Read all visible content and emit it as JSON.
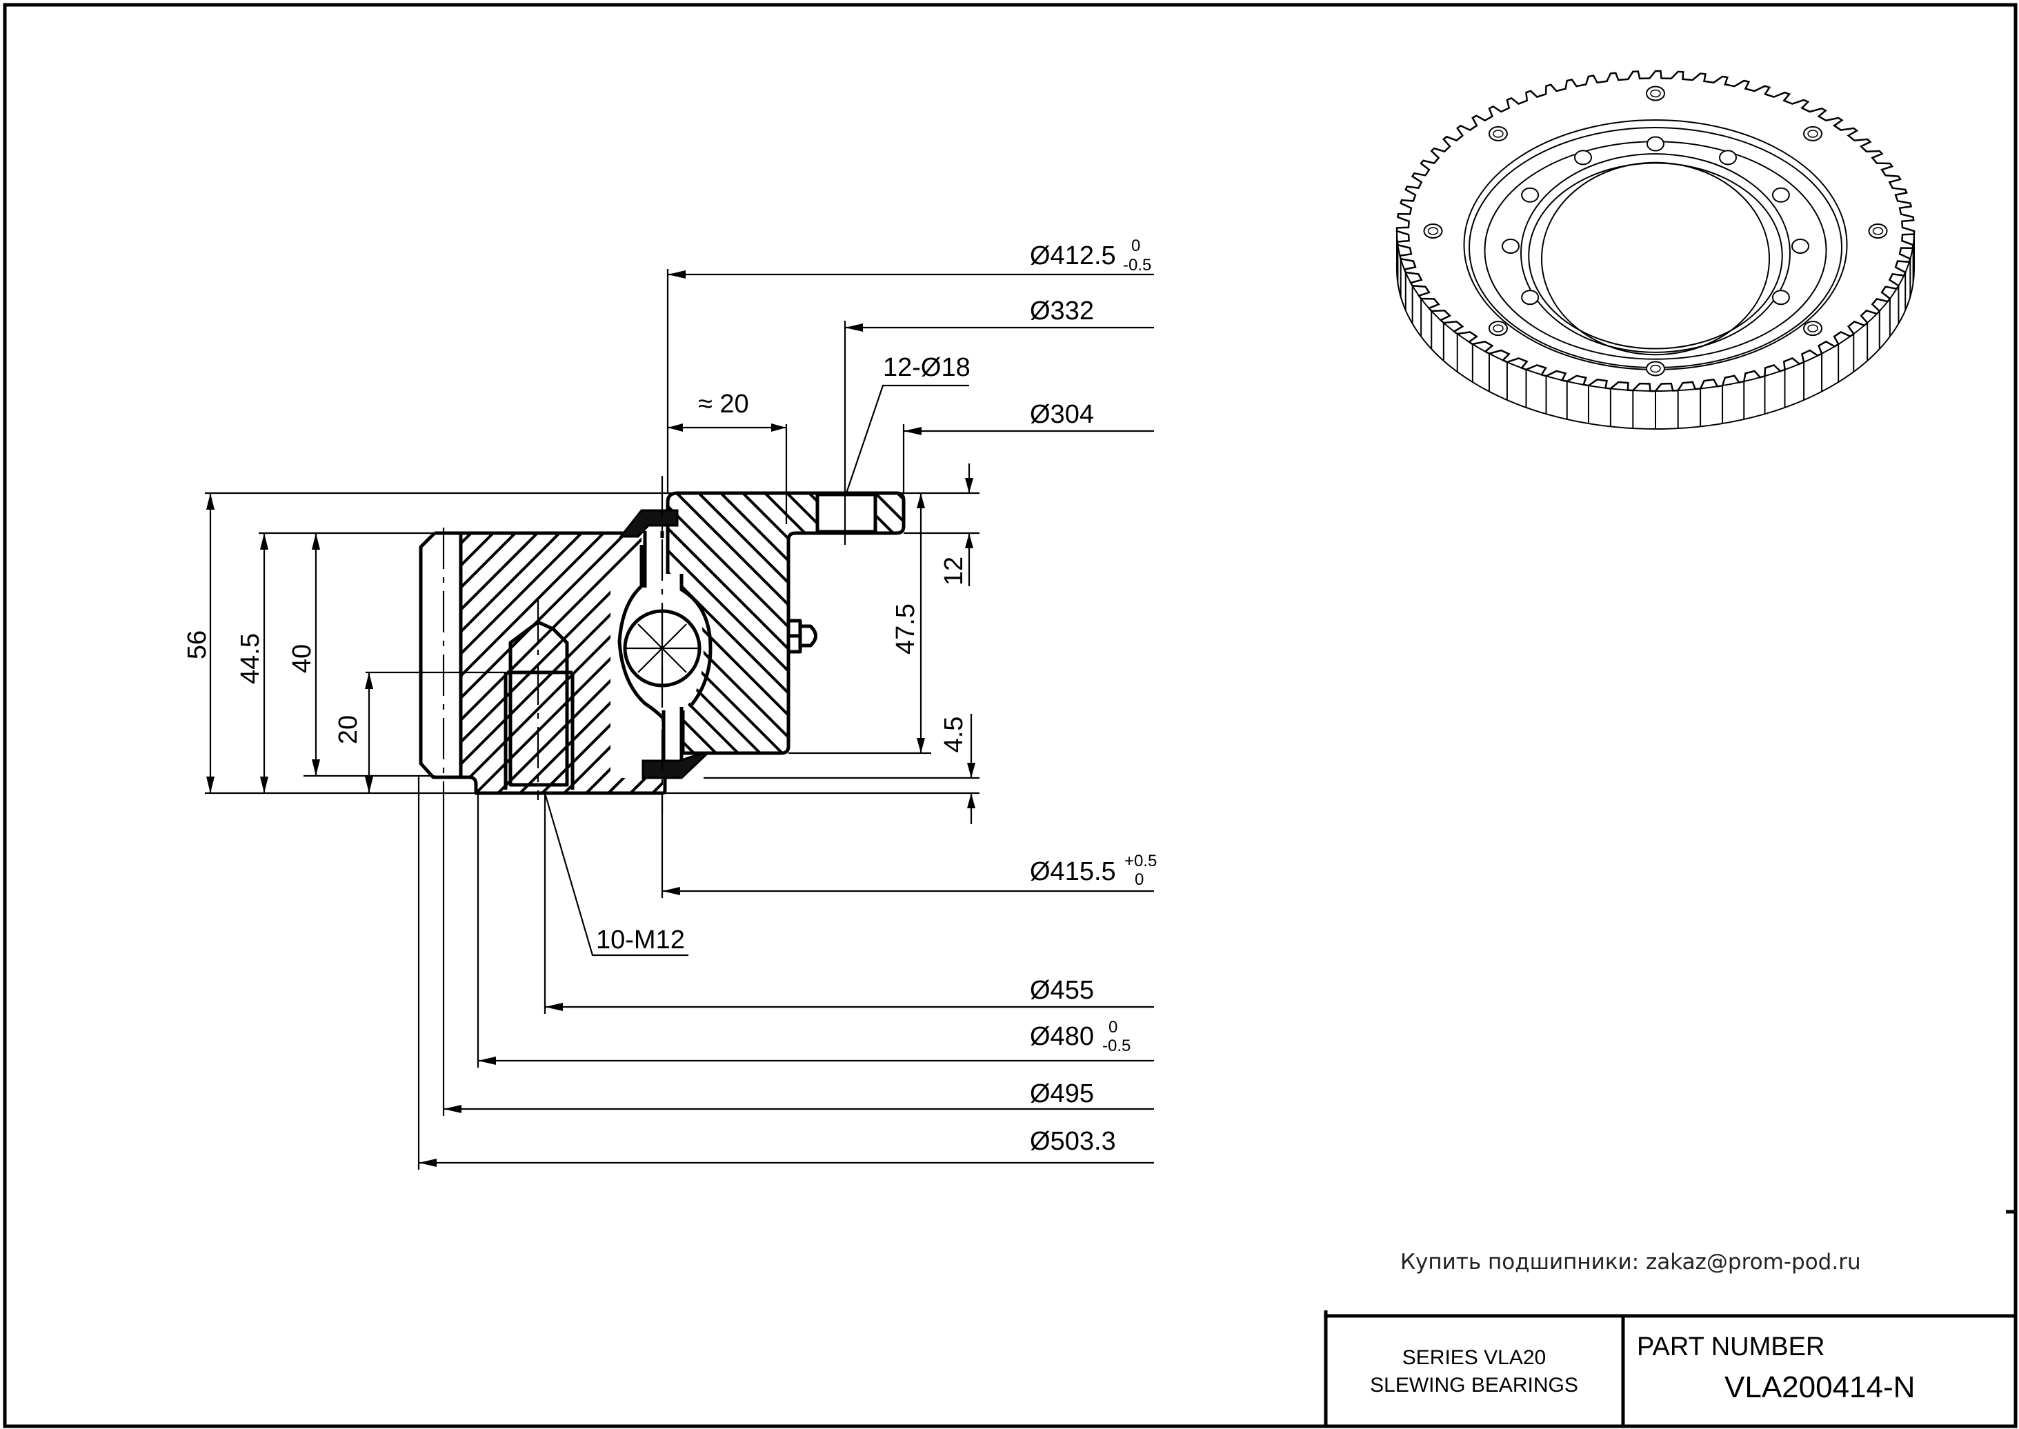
{
  "drawing": {
    "contact_line": "Купить подшипники: zakaz@prom-pod.ru",
    "title_block": {
      "series_line1": "SERIES  VLA20",
      "series_line2": "SLEWING BEARINGS",
      "part_number_label": "PART  NUMBER",
      "part_number": "VLA200414-N"
    },
    "dimensions": {
      "d412": {
        "label": "Ø412.5",
        "tol_upper": "0",
        "tol_lower": "-0.5"
      },
      "d332": {
        "label": "Ø332"
      },
      "hole_pattern": {
        "label": "12-Ø18"
      },
      "approx20": {
        "label": "≈ 20"
      },
      "d304": {
        "label": "Ø304"
      },
      "h56": {
        "label": "56"
      },
      "h44_5": {
        "label": "44.5"
      },
      "h40": {
        "label": "40"
      },
      "h20": {
        "label": "20"
      },
      "h12": {
        "label": "12"
      },
      "h47_5": {
        "label": "47.5"
      },
      "h4_5": {
        "label": "4.5"
      },
      "d415": {
        "label": "Ø415.5",
        "tol_upper": "+0.5",
        "tol_lower": "0"
      },
      "thread": {
        "label": "10-M12"
      },
      "d455": {
        "label": "Ø455"
      },
      "d480": {
        "label": "Ø480",
        "tol_upper": "0",
        "tol_lower": "-0.5"
      },
      "d495": {
        "label": "Ø495"
      },
      "d503": {
        "label": "Ø503.3"
      }
    },
    "gear_illustration": {
      "icon": "slewing-ring-gear-isometric",
      "teeth_count": 72
    }
  }
}
